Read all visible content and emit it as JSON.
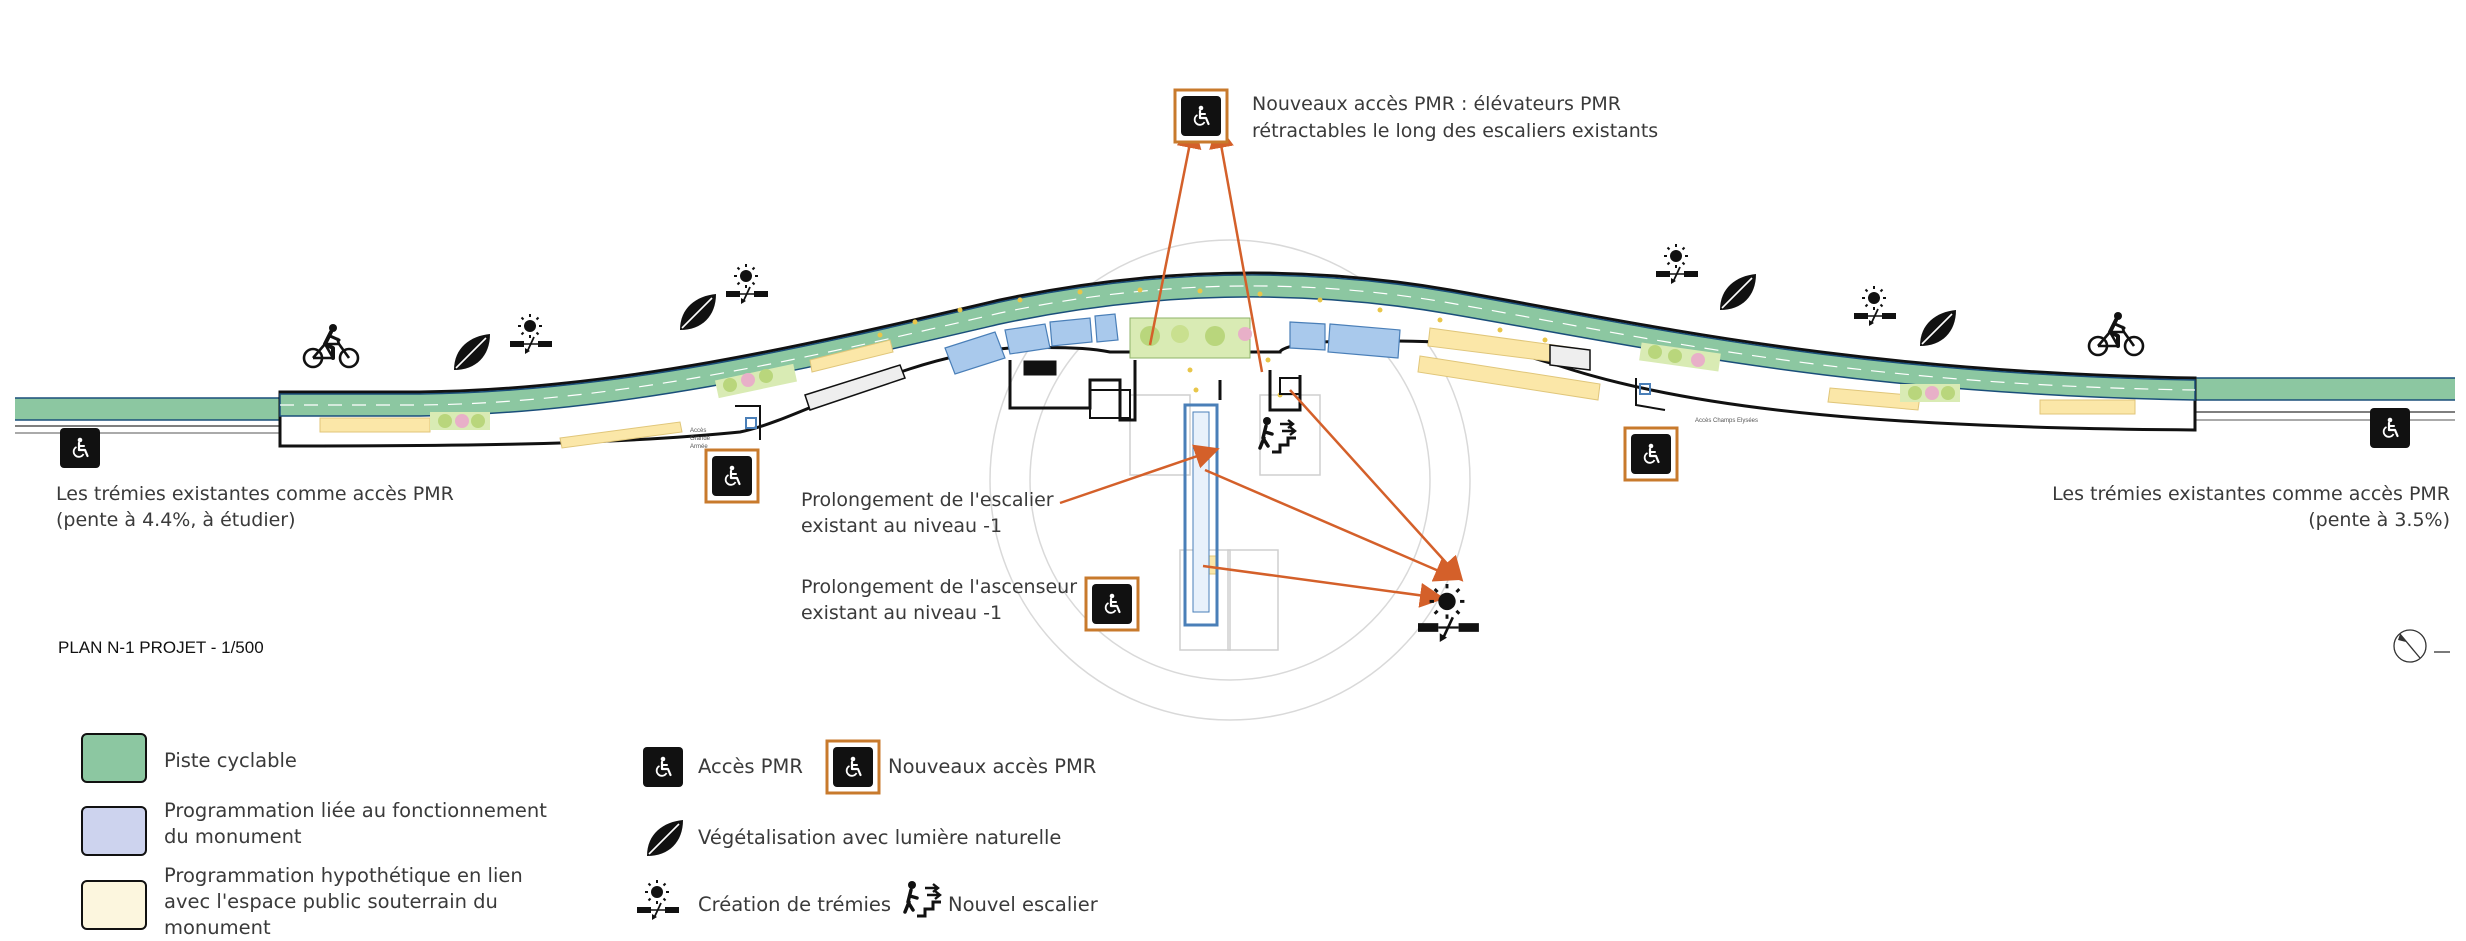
{
  "plan_title": "PLAN N-1 PROJET - 1/500",
  "callouts": {
    "new_pmr": [
      "Nouveaux accès PMR : élévateurs PMR",
      "rétractables le long des escaliers existants"
    ],
    "tremies_left": [
      "Les trémies existantes comme accès PMR",
      "(pente à 4.4%, à étudier)"
    ],
    "tremies_right": [
      "Les trémies existantes comme accès PMR",
      "(pente à 3.5%)"
    ],
    "stair": [
      "Prolongement de l'escalier",
      "existant au niveau -1"
    ],
    "lift": [
      "Prolongement de l'ascenseur",
      "existant au niveau -1"
    ]
  },
  "plan_labels": {
    "acces_grande_armee": [
      "Accès",
      "Grande",
      "Armée"
    ],
    "acces_champs": "Accès Champs Elysées"
  },
  "legend": {
    "piste": "Piste cyclable",
    "prog_monument": [
      "Programmation liée au fonctionnement",
      "du monument"
    ],
    "prog_hypo": [
      "Programmation hypothétique en lien",
      "avec l'espace public souterrain du",
      "monument"
    ],
    "acces_pmr": "Accès PMR",
    "nouveaux_pmr": "Nouveaux accès PMR",
    "vegetal": "Végétalisation avec lumière naturelle",
    "tremies": "Création de trémies",
    "escalier": "Nouvel escalier"
  },
  "colors": {
    "piste": "#8cc7a1",
    "prog_monument": "#cdd3ee",
    "prog_hypo": "#fcf6de",
    "arrow": "#d4602a",
    "pmr_frame": "#c87a2c",
    "blue_block": "#a9c9ec",
    "yellow_block": "#fbe7a8"
  },
  "icons": [
    "wheelchair-icon",
    "leaf-icon",
    "sun-icon",
    "bicycle-icon",
    "stairs-icon",
    "compass-icon"
  ]
}
